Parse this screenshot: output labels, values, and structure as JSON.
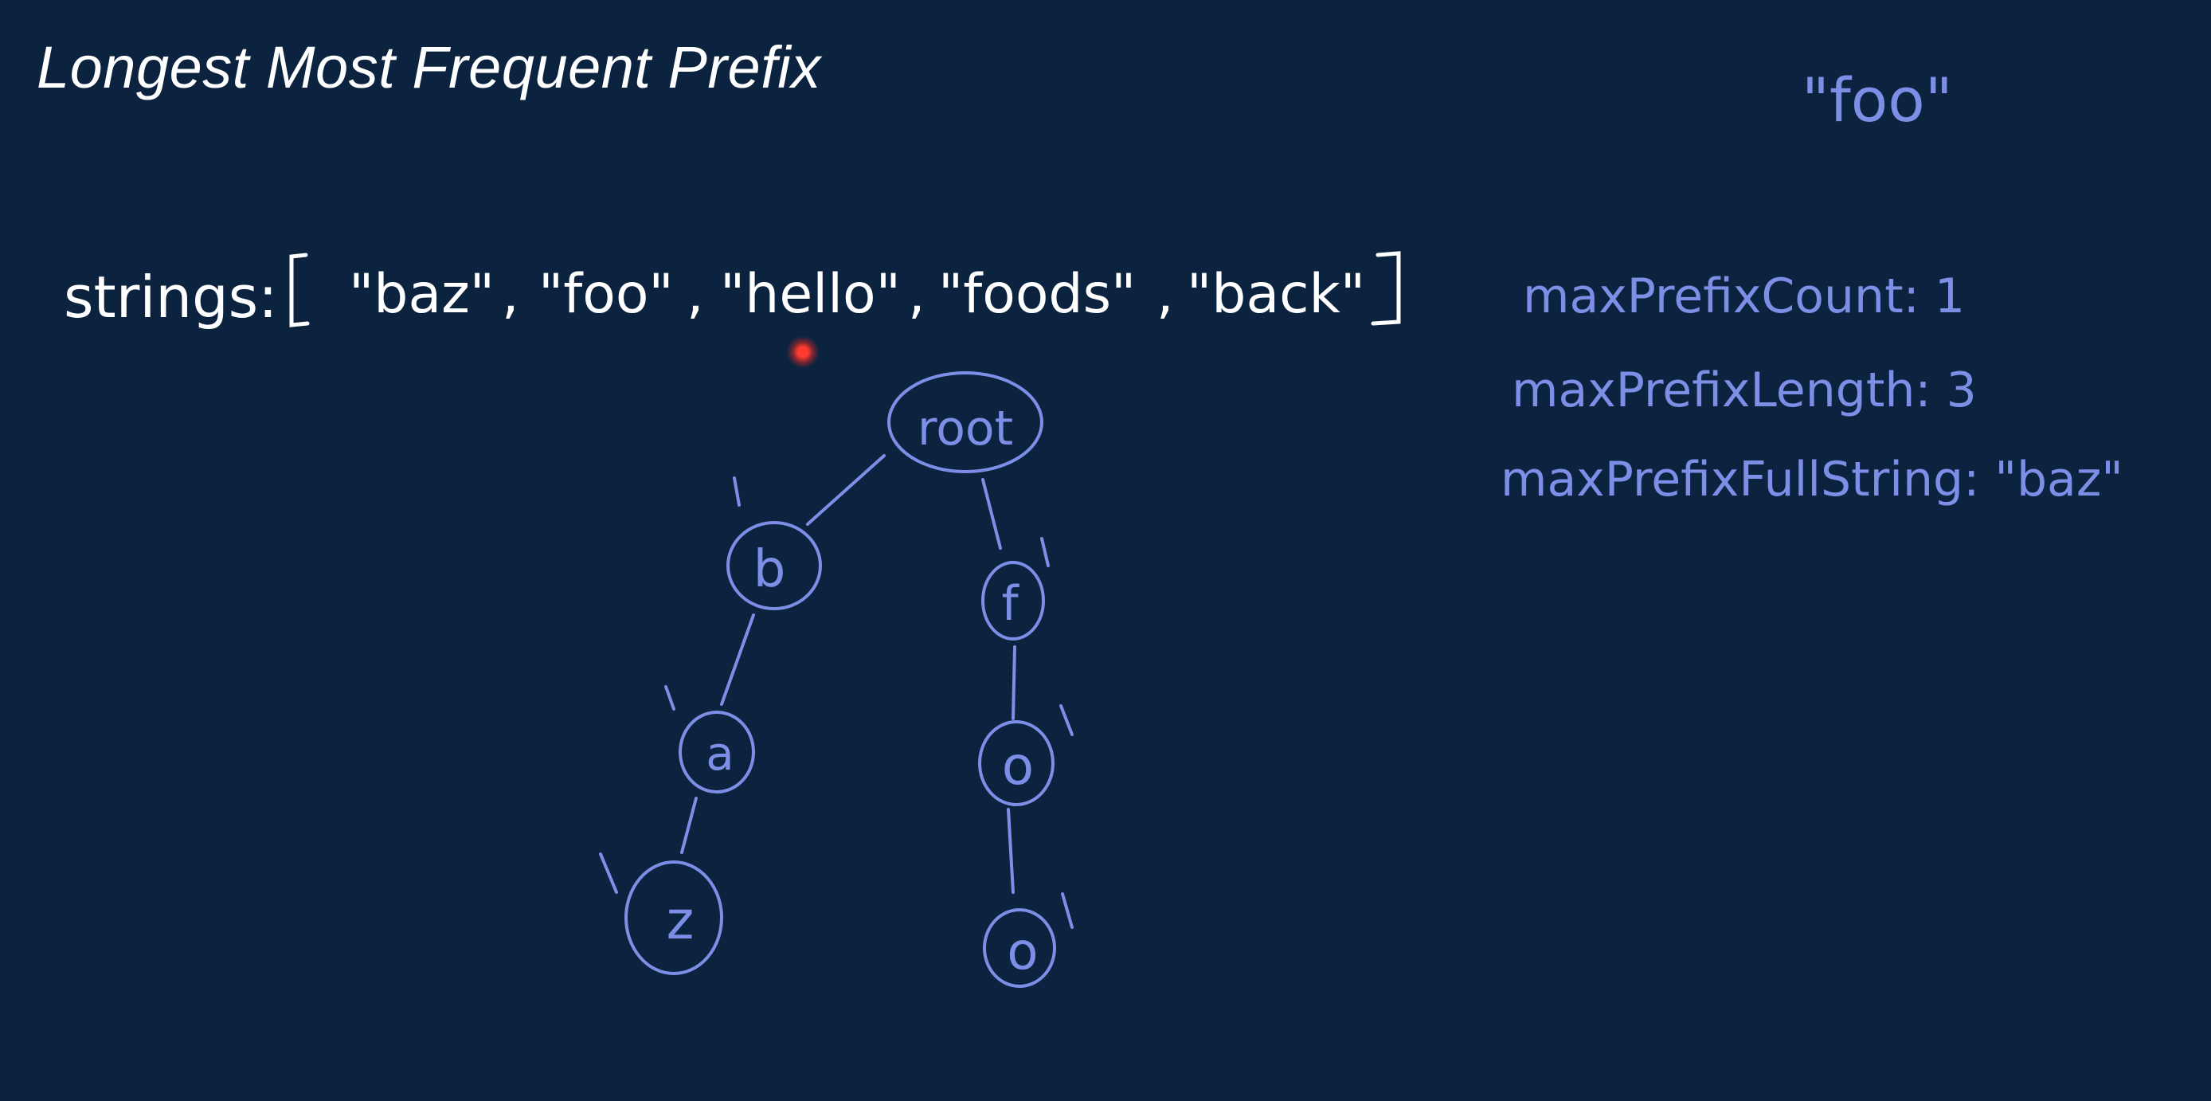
{
  "title": "Longest Most Frequent Prefix",
  "strings_label": "strings:",
  "strings": [
    "\"baz\"",
    "\"foo\"",
    "\"hello\"",
    "\"foods\"",
    "\"back\""
  ],
  "query": "\"foo\"",
  "stats": {
    "count": "maxPrefixCount: 1",
    "length": "maxPrefixLength: 3",
    "full_string": "maxPrefixFullString: \"baz\""
  },
  "trie": {
    "root_label": "root",
    "left_branch": [
      "b",
      "a",
      "z"
    ],
    "right_branch": [
      "f",
      "o",
      "o"
    ]
  },
  "colors": {
    "background": "#0c2340",
    "chalk": "#ffffff",
    "marker": "#7d8ee6",
    "laser": "#ff3b2f"
  }
}
